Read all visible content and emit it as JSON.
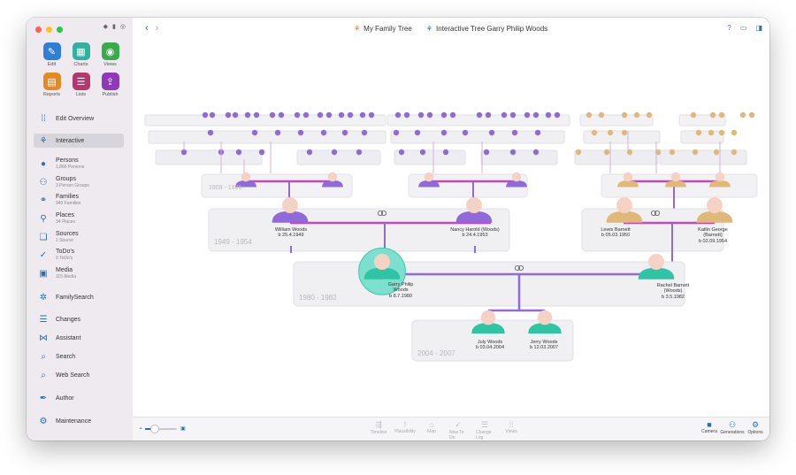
{
  "window": {
    "traffic_colors": [
      "#fe5f57",
      "#febc2e",
      "#28c840"
    ]
  },
  "sidebar": {
    "tiles": [
      {
        "label": "Edit",
        "icon": "pencil-icon",
        "color": "#2f7fd8",
        "glyph": "✎"
      },
      {
        "label": "Charts",
        "icon": "charts-icon",
        "color": "#33b0a0",
        "glyph": "▦"
      },
      {
        "label": "Views",
        "icon": "eye-icon",
        "color": "#3aab4a",
        "glyph": "◉"
      },
      {
        "label": "Reports",
        "icon": "reports-icon",
        "color": "#e08a28",
        "glyph": "▤"
      },
      {
        "label": "Lists",
        "icon": "lists-icon",
        "color": "#b03a6e",
        "glyph": "☰"
      },
      {
        "label": "Publish",
        "icon": "publish-icon",
        "color": "#8e3ab8",
        "glyph": "⇪"
      }
    ],
    "items": [
      {
        "label": "Edit Overview",
        "sub": "",
        "icon": "grid-icon",
        "glyph": "⁞⁞"
      },
      {
        "label": "Interactive",
        "sub": "",
        "icon": "tree-icon",
        "glyph": "⚘"
      },
      {
        "label": "Persons",
        "sub": "1,866 Persons",
        "icon": "person-icon",
        "glyph": "●"
      },
      {
        "label": "Groups",
        "sub": "3 Person Groups",
        "icon": "groups-icon",
        "glyph": "⚇"
      },
      {
        "label": "Families",
        "sub": "940 Families",
        "icon": "rings-icon",
        "glyph": "⚭"
      },
      {
        "label": "Places",
        "sub": "34 Places",
        "icon": "pin-icon",
        "glyph": "⚲"
      },
      {
        "label": "Sources",
        "sub": "1 Source",
        "icon": "sources-icon",
        "glyph": "❏"
      },
      {
        "label": "ToDo's",
        "sub": "0 ToDo's",
        "icon": "checkmark-icon",
        "glyph": "✓"
      },
      {
        "label": "Media",
        "sub": "115 Media",
        "icon": "media-icon",
        "glyph": "▣"
      },
      {
        "label": "FamilySearch",
        "sub": "",
        "icon": "familysearch-icon",
        "glyph": "✲"
      },
      {
        "label": "Changes",
        "sub": "",
        "icon": "changes-icon",
        "glyph": "☰"
      },
      {
        "label": "Assistant",
        "sub": "",
        "icon": "assistant-icon",
        "glyph": "⋈"
      },
      {
        "label": "Search",
        "sub": "",
        "icon": "search-icon",
        "glyph": "⌕"
      },
      {
        "label": "Web Search",
        "sub": "",
        "icon": "web-search-icon",
        "glyph": "⌕"
      },
      {
        "label": "Author",
        "sub": "",
        "icon": "author-icon",
        "glyph": "✒"
      },
      {
        "label": "Maintenance",
        "sub": "",
        "icon": "maintenance-icon",
        "glyph": "⚙"
      }
    ],
    "selected": "Interactive"
  },
  "topbar": {
    "back": "‹",
    "forward": "›",
    "database": "My Family Tree",
    "view_title": "Interactive Tree Garry Philip Woods",
    "help": "?"
  },
  "tree": {
    "accent": {
      "purple": "#8f6ad8",
      "magenta": "#c04ab8",
      "gold": "#e0b878",
      "teal": "#2ec4a5"
    },
    "panels": {
      "gen1_years": "1909 - 1926",
      "gen2_years": "1949 - 1954",
      "gen3_years": "1980 - 1982",
      "gen4_years": "2004 - 2007"
    },
    "persons": {
      "william": {
        "name": "William Woods",
        "date": "b 25.4.1949"
      },
      "nancy": {
        "name": "Nancy Harold (Woods)",
        "date": "b 24.4.1953"
      },
      "lewis": {
        "name": "Lewis Barnett",
        "date": "b 05.03.1950"
      },
      "katlin": {
        "name": "Katlin George (Barnett)",
        "date": "b 02.09.1954"
      },
      "garry": {
        "name": "Garry Philip Woods",
        "date": "b 8.7.1980"
      },
      "rachel": {
        "name": "Rachel Barnett (Woods)",
        "date": "b 3.5.1982"
      },
      "july": {
        "name": "July Woods",
        "date": "b 03.04.2004"
      },
      "jerry": {
        "name": "Jerry Woods",
        "date": "b 12.03.2007"
      }
    }
  },
  "bottombar": {
    "tools": [
      {
        "label": "Timeline",
        "icon": "timeline-icon",
        "glyph": "⇶"
      },
      {
        "label": "Plausibility",
        "icon": "exclamation-icon",
        "glyph": "!"
      },
      {
        "label": "Map",
        "icon": "map-icon",
        "glyph": "⌂"
      },
      {
        "label": "New To Do",
        "icon": "new-todo-icon",
        "glyph": "✓"
      },
      {
        "label": "Change Log",
        "icon": "change-log-icon",
        "glyph": "☰"
      },
      {
        "label": "Views",
        "icon": "views-icon",
        "glyph": "⁞⁞"
      }
    ],
    "right": [
      {
        "label": "Camera",
        "icon": "camera-icon",
        "glyph": "■"
      },
      {
        "label": "Generations",
        "icon": "generations-icon",
        "glyph": "⚇"
      },
      {
        "label": "Options",
        "icon": "options-icon",
        "glyph": "⚙"
      }
    ],
    "zoom_level": 0.3
  }
}
